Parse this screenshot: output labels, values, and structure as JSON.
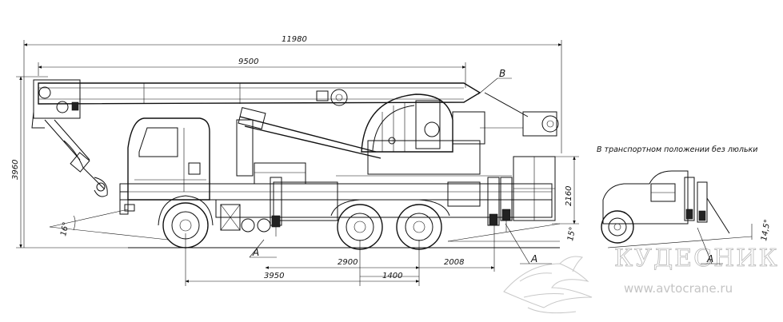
{
  "dimensions": {
    "overall_length": "11980",
    "boom_length": "9500",
    "overall_height": "3960",
    "front_to_axle": "3950",
    "axle_spacing_1": "2900",
    "axle_spacing_2": "1400",
    "rear_overhang": "2008",
    "outrigger_height": "2160",
    "front_angle": "16°",
    "rear_angle": "15°",
    "rear_angle_right": "14,5°"
  },
  "labels": {
    "view_a_1": "A",
    "view_a_2": "A",
    "view_a_3": "A",
    "view_b": "B"
  },
  "notes": {
    "transport_note": "В транспортном положении без люльки"
  },
  "watermark": {
    "logo_text": "КУДЕСНИК",
    "url": "www.avtocrane.ru"
  }
}
